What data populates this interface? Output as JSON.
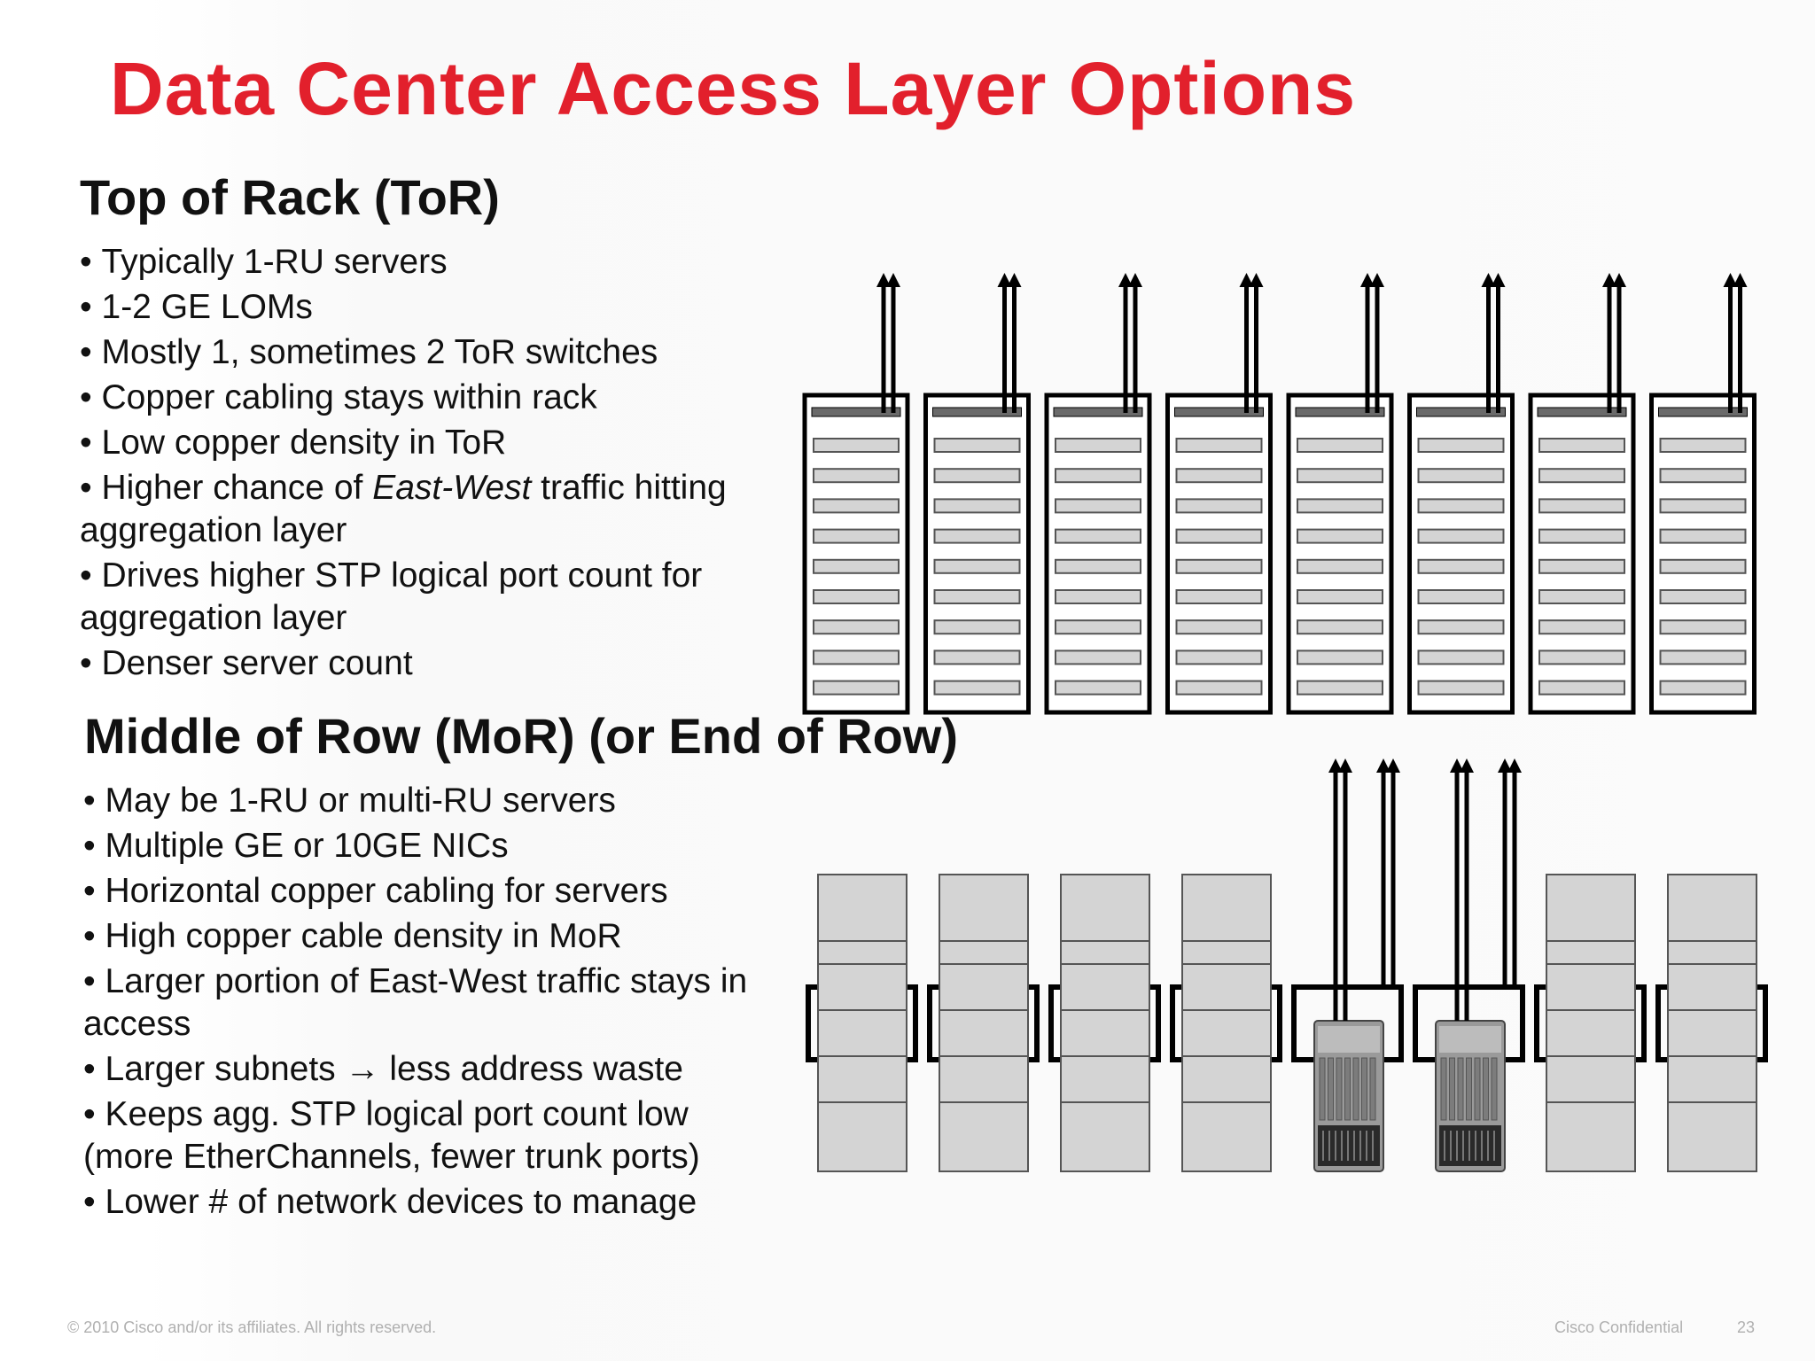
{
  "title": "Data Center Access Layer Options",
  "tor": {
    "heading": "Top of Rack (ToR)",
    "bullets": [
      {
        "parts": [
          {
            "text": "Typically 1-RU servers"
          }
        ]
      },
      {
        "parts": [
          {
            "text": "1-2 GE LOMs"
          }
        ]
      },
      {
        "parts": [
          {
            "text": "Mostly 1, sometimes 2 ToR switches"
          }
        ]
      },
      {
        "parts": [
          {
            "text": "Copper cabling stays within rack"
          }
        ]
      },
      {
        "parts": [
          {
            "text": "Low copper density in ToR"
          }
        ]
      },
      {
        "parts": [
          {
            "text": "Higher chance of "
          },
          {
            "text": "East-West",
            "italic": true
          },
          {
            "text": " traffic hitting aggregation layer"
          }
        ]
      },
      {
        "parts": [
          {
            "text": "Drives higher STP logical port count for aggregation layer"
          }
        ]
      },
      {
        "parts": [
          {
            "text": "Denser server count"
          }
        ]
      }
    ]
  },
  "mor": {
    "heading": "Middle of Row (MoR) (or End of Row)",
    "bullets": [
      {
        "parts": [
          {
            "text": "May be 1-RU or multi-RU servers"
          }
        ]
      },
      {
        "parts": [
          {
            "text": "Multiple GE or 10GE NICs"
          }
        ]
      },
      {
        "parts": [
          {
            "text": "Horizontal copper cabling for servers"
          }
        ]
      },
      {
        "parts": [
          {
            "text": "High copper cable density in MoR"
          }
        ]
      },
      {
        "parts": [
          {
            "text": "Larger portion of East-West traffic stays in access"
          }
        ]
      },
      {
        "parts": [
          {
            "text": "Larger subnets → less address waste"
          }
        ]
      },
      {
        "parts": [
          {
            "text": "Keeps agg. STP logical port count low (more EtherChannels, fewer trunk ports)"
          }
        ]
      },
      {
        "parts": [
          {
            "text": "Lower # of network devices to manage"
          }
        ]
      }
    ]
  },
  "diagram": {
    "tor_rack_count": 8,
    "tor_servers_per_rack": 9,
    "mor_rack_count": 8,
    "mor_chassis_positions": [
      4,
      5
    ],
    "colors": {
      "outline": "#000000",
      "server_fill": "#d4d4d4",
      "server_border": "#555555",
      "switch_fill": "#6a6a6a",
      "chassis_body": "#9a9a9a",
      "chassis_dark": "#2a2a2a"
    }
  },
  "footer": {
    "copyright": "© 2010 Cisco and/or its affiliates. All rights reserved.",
    "confidential": "Cisco Confidential",
    "page_number": "23"
  }
}
